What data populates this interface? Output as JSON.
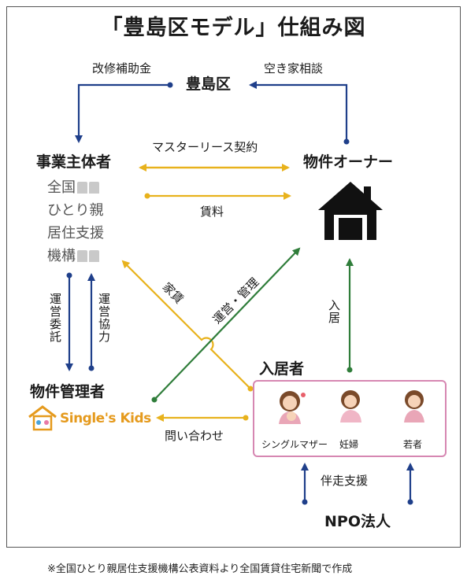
{
  "title": "「豊島区モデル」仕組み図",
  "nodes": {
    "toshima": "豊島区",
    "operator": "事業主体者",
    "operator_org": [
      "全国",
      "ひとり親",
      "居住支援",
      "機構"
    ],
    "owner": "物件オーナー",
    "manager": "物件管理者",
    "manager_logo": "Single's Kids",
    "residents": "入居者",
    "resident_types": [
      "シングルマザー",
      "妊婦",
      "若者"
    ],
    "npo": "NPO法人"
  },
  "edges": {
    "subsidy": "改修補助金",
    "vacancy_consult": "空き家相談",
    "master_lease": "マスターリース契約",
    "rent_fee": "賃料",
    "rent": "家賃",
    "operation_management": "運営・管理",
    "operation_outsourcing": "運営委託",
    "operation_cooperation": "運営協力",
    "move_in": "入居",
    "inquiry": "問い合わせ",
    "support": "伴走支援"
  },
  "footer": "※全国ひとり親居住支援機構公表資料より全国賃貸住宅新聞で作成",
  "colors": {
    "navy": "#1f3f8a",
    "gold": "#e8b21c",
    "green": "#2f7d3a",
    "pink_border": "#d687b2",
    "logo_orange": "#e59a1d"
  }
}
